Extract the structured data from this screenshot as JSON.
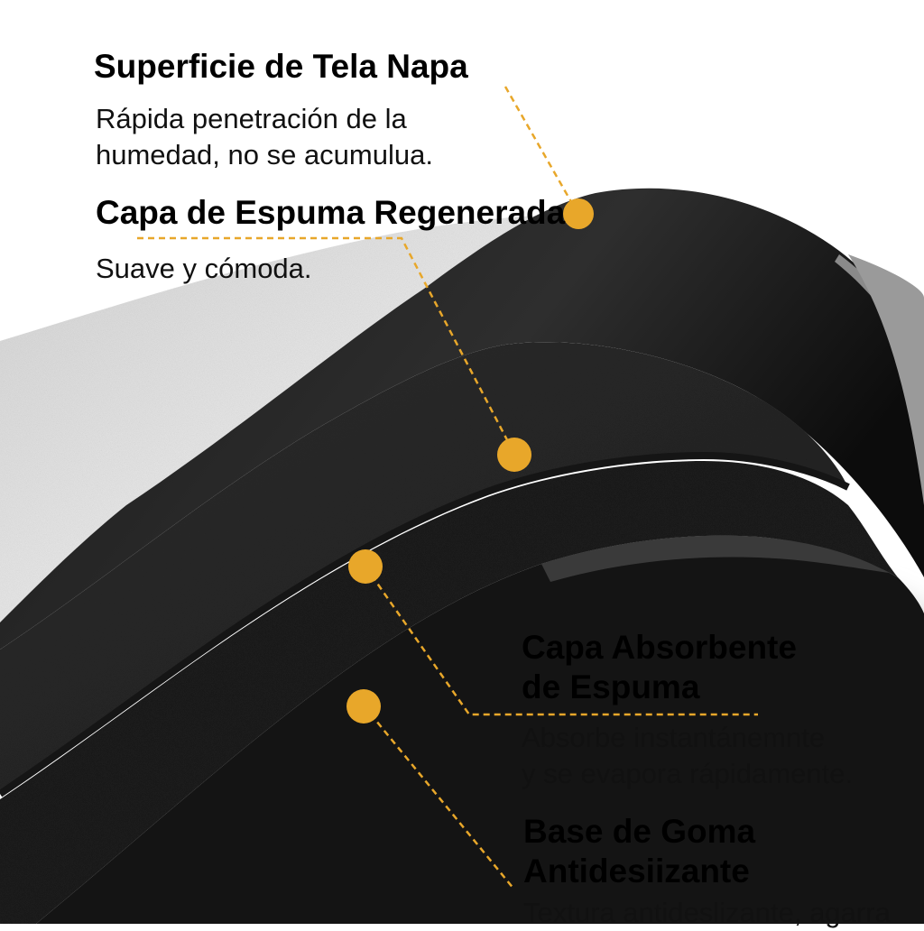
{
  "colors": {
    "accent": "#e8a72a",
    "fabric": "#e6e6e6",
    "foam": "#2b2b2b",
    "black": "#111111"
  },
  "layers": [
    {
      "title": "Superficie de Tela Napa",
      "desc": [
        "Rápida penetración de la",
        "humedad, no se acumulua."
      ]
    },
    {
      "title": "Capa de Espuma Regenerada",
      "desc": [
        "Suave y cómoda."
      ]
    },
    {
      "title": [
        "Capa Absorbente",
        "de Espuma"
      ],
      "desc": [
        "Absorbe instantánemnte",
        "y se evapora rápidamente."
      ]
    },
    {
      "title": [
        "Base de Goma",
        "Antidesiizante"
      ],
      "desc": [
        "Textura antideslizante, agarra"
      ]
    }
  ]
}
